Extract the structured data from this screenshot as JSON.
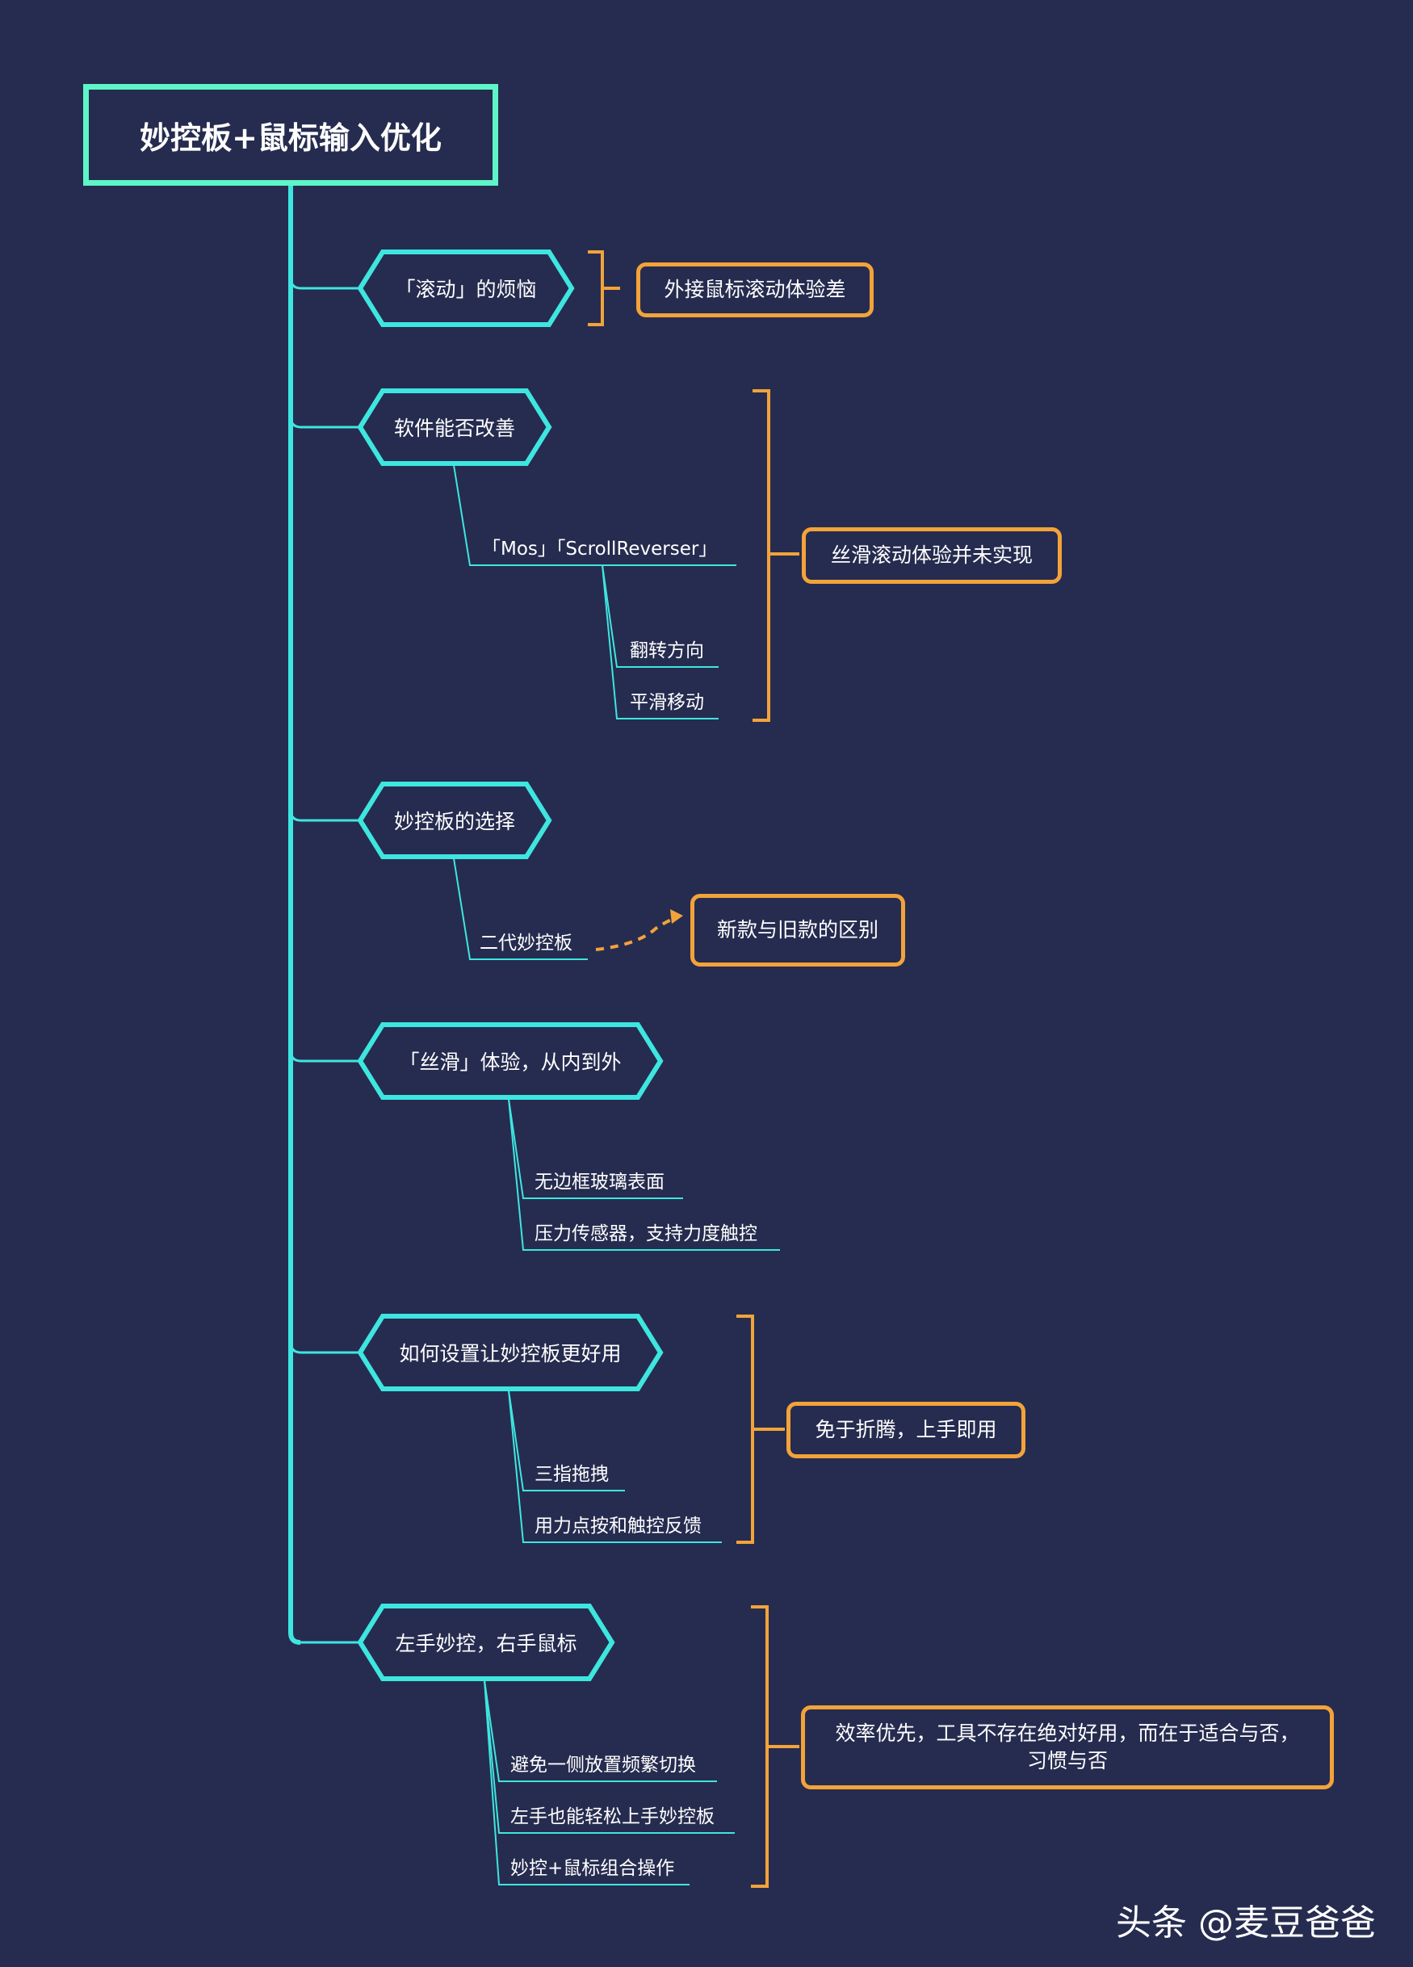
{
  "root": {
    "title": "妙控板+鼠标输入优化"
  },
  "topics": [
    {
      "label": "「滚动」的烦恼",
      "children": [],
      "summary": [
        "外接鼠标滚动体验差"
      ]
    },
    {
      "label": "软件能否改善",
      "children": [
        {
          "label": "「Mos」「ScrollReverser」",
          "children": [
            "翻转方向",
            "平滑移动"
          ]
        }
      ],
      "summary": [
        "丝滑滚动体验并未实现"
      ]
    },
    {
      "label": "妙控板的选择",
      "children": [
        {
          "label": "二代妙控板",
          "children": []
        }
      ],
      "relation": "新款与旧款的区别"
    },
    {
      "label": "「丝滑」体验，从内到外",
      "children": [
        {
          "label": "无边框玻璃表面",
          "children": []
        },
        {
          "label": "压力传感器，支持力度触控",
          "children": []
        }
      ]
    },
    {
      "label": "如何设置让妙控板更好用",
      "children": [
        {
          "label": "三指拖拽",
          "children": []
        },
        {
          "label": "用力点按和触控反馈",
          "children": []
        }
      ],
      "summary": [
        "免于折腾，上手即用"
      ]
    },
    {
      "label": "左手妙控，右手鼠标",
      "children": [
        {
          "label": "避免一侧放置频繁切换",
          "children": []
        },
        {
          "label": "左手也能轻松上手妙控板",
          "children": []
        },
        {
          "label": "妙控+鼠标组合操作",
          "children": []
        }
      ],
      "summary": [
        "效率优先，工具不存在绝对好用，而在于适合与否，",
        "习惯与否"
      ]
    }
  ],
  "watermark": "头条 @麦豆爸爸",
  "colors": {
    "background": "#262c4f",
    "teal": "#3ee6e0",
    "root_border": "#5ef5c8",
    "orange": "#f2a33a",
    "text": "#ffffff"
  }
}
